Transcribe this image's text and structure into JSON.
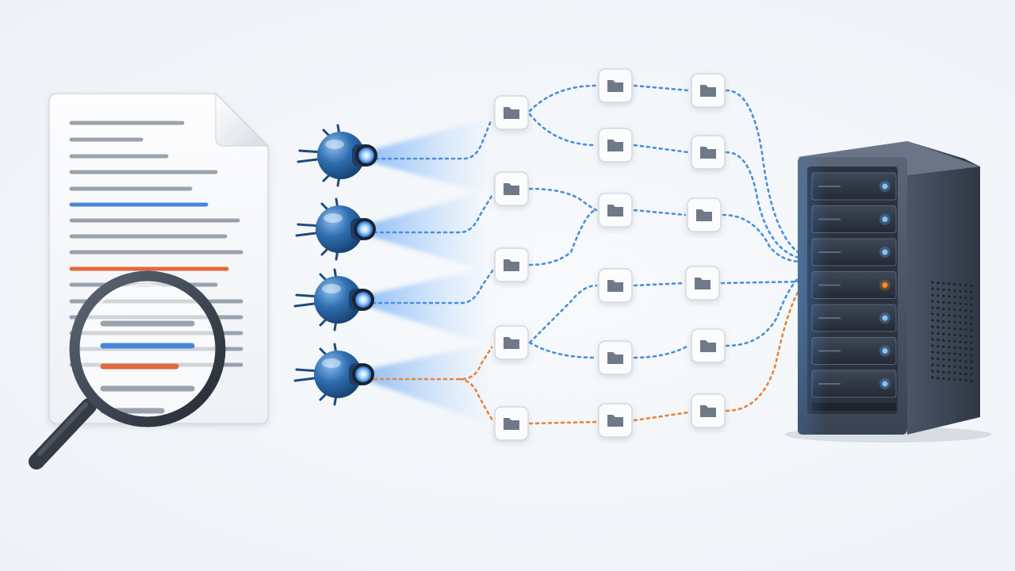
{
  "diagram": {
    "document": {
      "icon": "document-icon",
      "magnifier_icon": "magnifying-glass-icon"
    },
    "crawlers": [
      {
        "id": "crawler-1",
        "color": "#2f6fb0",
        "icon": "crawler-bot-icon"
      },
      {
        "id": "crawler-2",
        "color": "#2f6fb0",
        "icon": "crawler-bot-icon"
      },
      {
        "id": "crawler-3",
        "color": "#2f6fb0",
        "icon": "crawler-bot-icon"
      },
      {
        "id": "crawler-4",
        "color": "#e0741f",
        "icon": "crawler-bot-icon"
      }
    ],
    "folder_icon": "folder-icon",
    "server": {
      "icon": "server-rack-icon",
      "units": 7,
      "alert_unit": 4
    },
    "colors": {
      "blue_link": "#4a90d9",
      "orange_link": "#e8843a",
      "doc_line": "#9aa3ad",
      "doc_blue": "#4a86d8",
      "doc_orange": "#e2683e"
    }
  }
}
